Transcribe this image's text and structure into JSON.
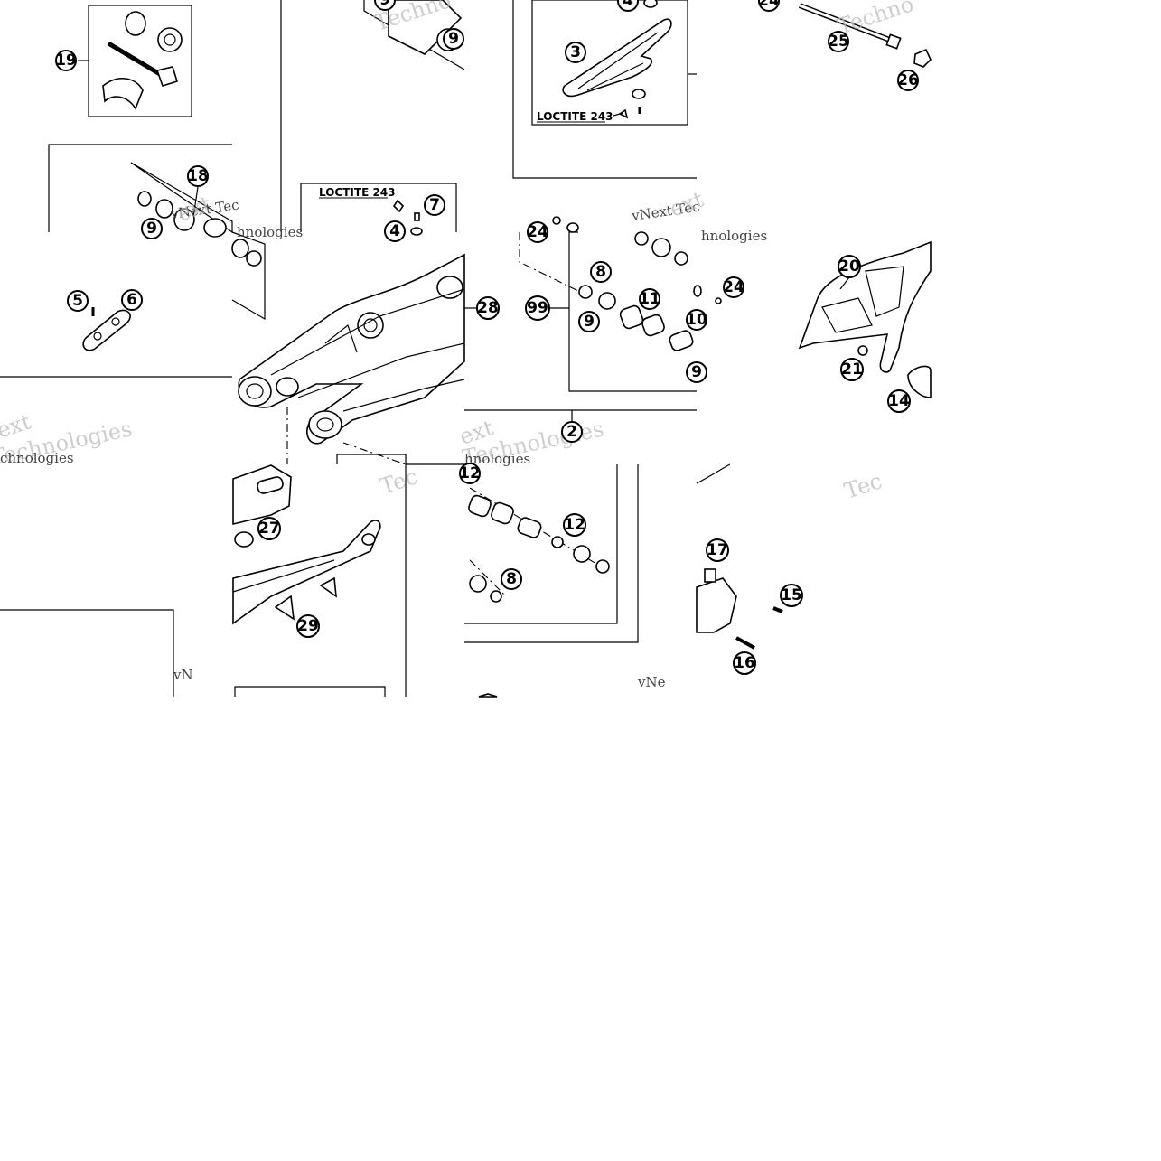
{
  "diagram": {
    "callouts": [
      {
        "id": "c19",
        "label": "19"
      },
      {
        "id": "c18",
        "label": "18"
      },
      {
        "id": "c9a",
        "label": "9"
      },
      {
        "id": "c9b",
        "label": "9"
      },
      {
        "id": "c9c",
        "label": "9"
      },
      {
        "id": "c7",
        "label": "7"
      },
      {
        "id": "c4a",
        "label": "4"
      },
      {
        "id": "c5",
        "label": "5"
      },
      {
        "id": "c6",
        "label": "6"
      },
      {
        "id": "c3",
        "label": "3"
      },
      {
        "id": "c4b",
        "label": "4"
      },
      {
        "id": "c24a",
        "label": "24"
      },
      {
        "id": "c25",
        "label": "25"
      },
      {
        "id": "c26",
        "label": "26"
      },
      {
        "id": "c24b",
        "label": "24"
      },
      {
        "id": "c8a",
        "label": "8"
      },
      {
        "id": "c11",
        "label": "11"
      },
      {
        "id": "c10",
        "label": "10"
      },
      {
        "id": "c99",
        "label": "99"
      },
      {
        "id": "c9d",
        "label": "9"
      },
      {
        "id": "c9e",
        "label": "9"
      },
      {
        "id": "c24c",
        "label": "24"
      },
      {
        "id": "c28",
        "label": "28"
      },
      {
        "id": "c20",
        "label": "20"
      },
      {
        "id": "c21",
        "label": "21"
      },
      {
        "id": "c14",
        "label": "14"
      },
      {
        "id": "c2",
        "label": "2"
      },
      {
        "id": "c12a",
        "label": "12"
      },
      {
        "id": "c12b",
        "label": "12"
      },
      {
        "id": "c8b",
        "label": "8"
      },
      {
        "id": "c27",
        "label": "27"
      },
      {
        "id": "c29",
        "label": "29"
      },
      {
        "id": "c17",
        "label": "17"
      },
      {
        "id": "c15",
        "label": "15"
      },
      {
        "id": "c16",
        "label": "16"
      }
    ],
    "notes": {
      "loctite_a": "LOCTITE 243",
      "loctite_b": "LOCTITE 243"
    },
    "watermarks": {
      "w1": "Techno",
      "w2": "Techno",
      "w3": "vNext Tec",
      "w4": "vNext Tec",
      "w5": "Technologies",
      "w6": "hnologies",
      "w7": "ext",
      "w8": "Technologies",
      "w9": "chnologies",
      "w10": "ext",
      "w11": "hnologies",
      "w12": "Tec",
      "w13": "Tec",
      "w14": "vNe",
      "w15": "vN",
      "w16": "hnologies"
    }
  }
}
